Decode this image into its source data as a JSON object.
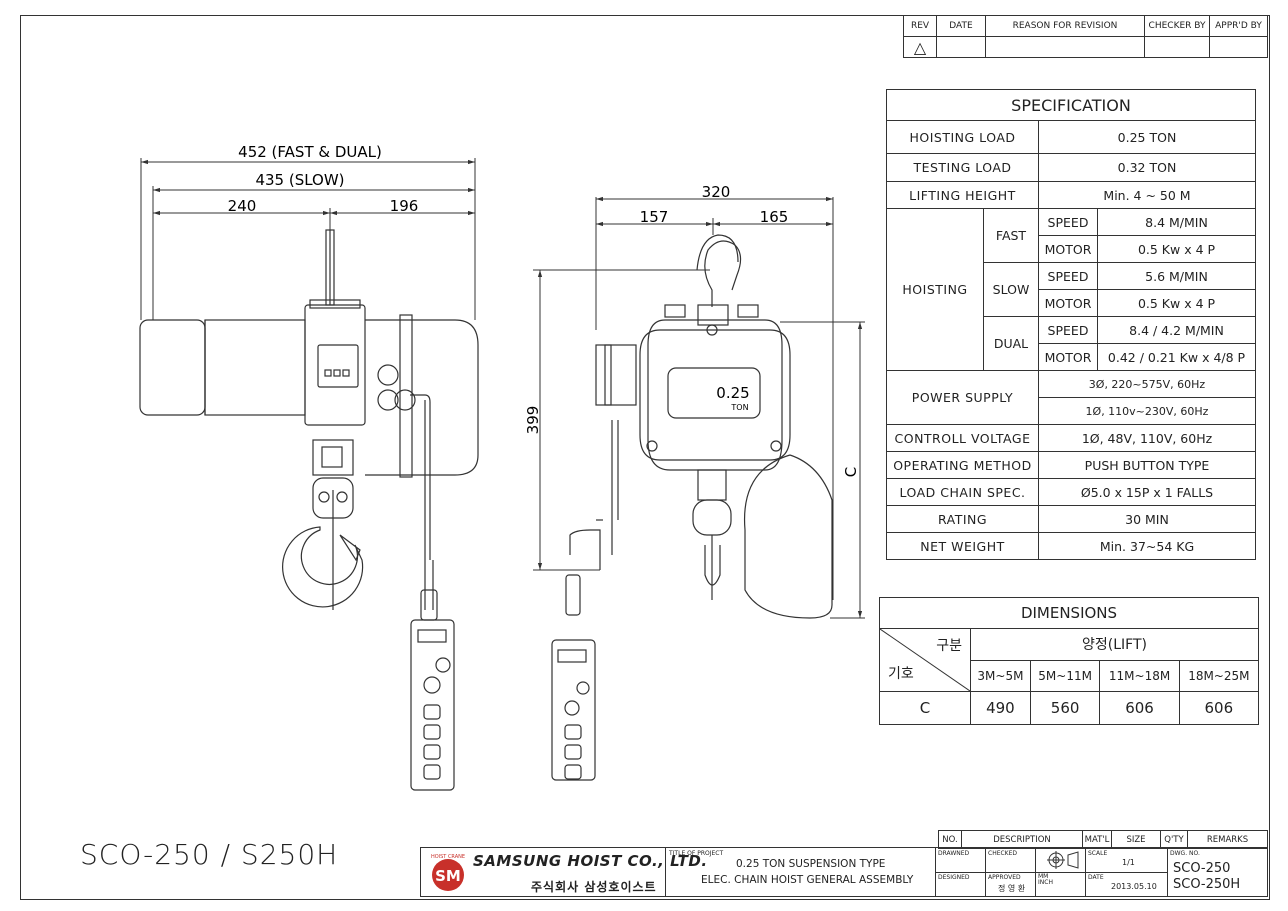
{
  "revision": {
    "headers": [
      "REV",
      "DATE",
      "REASON FOR REVISION",
      "CHECKER BY",
      "APPR'D BY"
    ],
    "rev_symbol": "△"
  },
  "spec": {
    "title": "SPECIFICATION",
    "hoisting_load": {
      "label": "HOISTING LOAD",
      "value": "0.25  TON"
    },
    "testing_load": {
      "label": "TESTING LOAD",
      "value": "0.32  TON"
    },
    "lifting_height": {
      "label": "LIFTING HEIGHT",
      "value": "Min.  4 ~ 50   M"
    },
    "hoisting": {
      "label": "HOISTING",
      "fast": {
        "label": "FAST",
        "speed_label": "SPEED",
        "speed": "8.4  M/MIN",
        "motor_label": "MOTOR",
        "motor": "0.5 Kw x 4 P"
      },
      "slow": {
        "label": "SLOW",
        "speed_label": "SPEED",
        "speed": "5.6  M/MIN",
        "motor_label": "MOTOR",
        "motor": "0.5 Kw x 4 P"
      },
      "dual": {
        "label": "DUAL",
        "speed_label": "SPEED",
        "speed": "8.4 / 4.2  M/MIN",
        "motor_label": "MOTOR",
        "motor": "0.42 / 0.21 Kw x 4/8 P"
      }
    },
    "power_supply": {
      "label": "POWER SUPPLY",
      "value1": "3Ø, 220~575V, 60Hz",
      "value2": "1Ø, 110v~230V, 60Hz"
    },
    "control_voltage": {
      "label": "CONTROLL VOLTAGE",
      "value": "1Ø, 48V, 110V, 60Hz"
    },
    "operating_method": {
      "label": "OPERATING METHOD",
      "value": "PUSH BUTTON TYPE"
    },
    "load_chain": {
      "label": "LOAD CHAIN SPEC.",
      "value": "Ø5.0 x 15P x 1 FALLS"
    },
    "rating": {
      "label": "RATING",
      "value": "30 MIN"
    },
    "net_weight": {
      "label": "NET WEIGHT",
      "value": "Min.  37~54 KG"
    }
  },
  "dimensions": {
    "title": "DIMENSIONS",
    "corner_top": "구분",
    "corner_bottom": "기호",
    "group_label": "양정(LIFT)",
    "columns": [
      "3M~5M",
      "5M~11M",
      "11M~18M",
      "18M~25M"
    ],
    "row_label": "C",
    "values": [
      "490",
      "560",
      "606",
      "606"
    ]
  },
  "drawing": {
    "dim_452": "452 (FAST & DUAL)",
    "dim_435": "435 (SLOW)",
    "dim_240": "240",
    "dim_196": "196",
    "dim_320": "320",
    "dim_157": "157",
    "dim_165": "165",
    "dim_399": "399",
    "dim_c": "C",
    "plate_load": "0.25",
    "plate_unit": "TON"
  },
  "title_block": {
    "model": "SCO-250 / S250H",
    "company_en": "SAMSUNG HOIST CO., LTD.",
    "company_kr": "주식회사 삼성호이스트",
    "logo_letters": "SM",
    "logo_arc": "HOIST CRANE",
    "title_of_project_label": "TITLE OF PROJECT",
    "project_line1": "0.25 TON SUSPENSION TYPE",
    "project_line2": "ELEC. CHAIN HOIST GENERAL ASSEMBLY",
    "bom_headers": [
      "NO.",
      "DESCRIPTION",
      "MAT'L",
      "SIZE",
      "Q'TY",
      "REMARKS"
    ],
    "drawn_label": "DRAWNED",
    "checked_label": "CHECKED",
    "scale_label": "SCALE",
    "scale": "1/1",
    "dwg_no_label": "DWG. NO.",
    "designed_label": "DESIGNED",
    "approved_label": "APPROVED",
    "approver": "정 영 환",
    "unit_label": "MM\nINCH",
    "date_label": "DATE",
    "date": "2013.05.10",
    "dwg_no1": "SCO-250",
    "dwg_no2": "SCO-250H"
  }
}
